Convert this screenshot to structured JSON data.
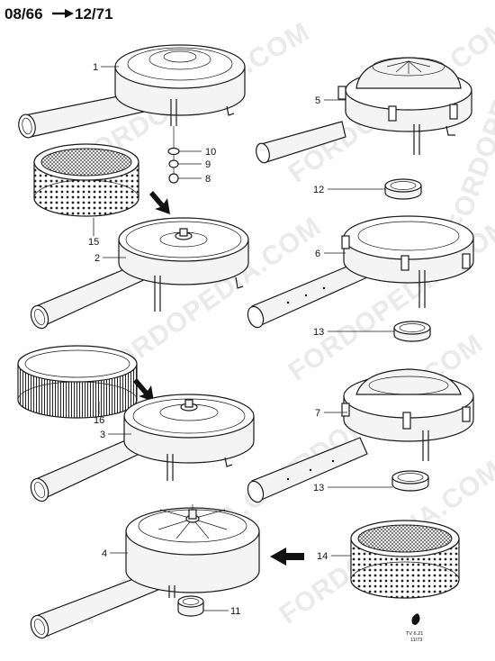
{
  "title": {
    "left": "08/66",
    "right": "12/71"
  },
  "watermark": "FORDOPEDIA.COM",
  "parts": [
    {
      "ref": "1"
    },
    {
      "ref": "2"
    },
    {
      "ref": "3"
    },
    {
      "ref": "4"
    },
    {
      "ref": "5"
    },
    {
      "ref": "6"
    },
    {
      "ref": "7"
    },
    {
      "ref": "8"
    },
    {
      "ref": "9"
    },
    {
      "ref": "10"
    },
    {
      "ref": "11"
    },
    {
      "ref": "12"
    },
    {
      "ref": "13"
    },
    {
      "ref": "13"
    },
    {
      "ref": "14"
    },
    {
      "ref": "15"
    },
    {
      "ref": "16"
    }
  ],
  "footer": {
    "code": "TV 6.21",
    "date": "11/73"
  },
  "colors": {
    "line": "#1a1a1a",
    "watermark": "#d9d9d9"
  },
  "icons": [
    "arrow-right-icon",
    "ford-logo-icon"
  ]
}
